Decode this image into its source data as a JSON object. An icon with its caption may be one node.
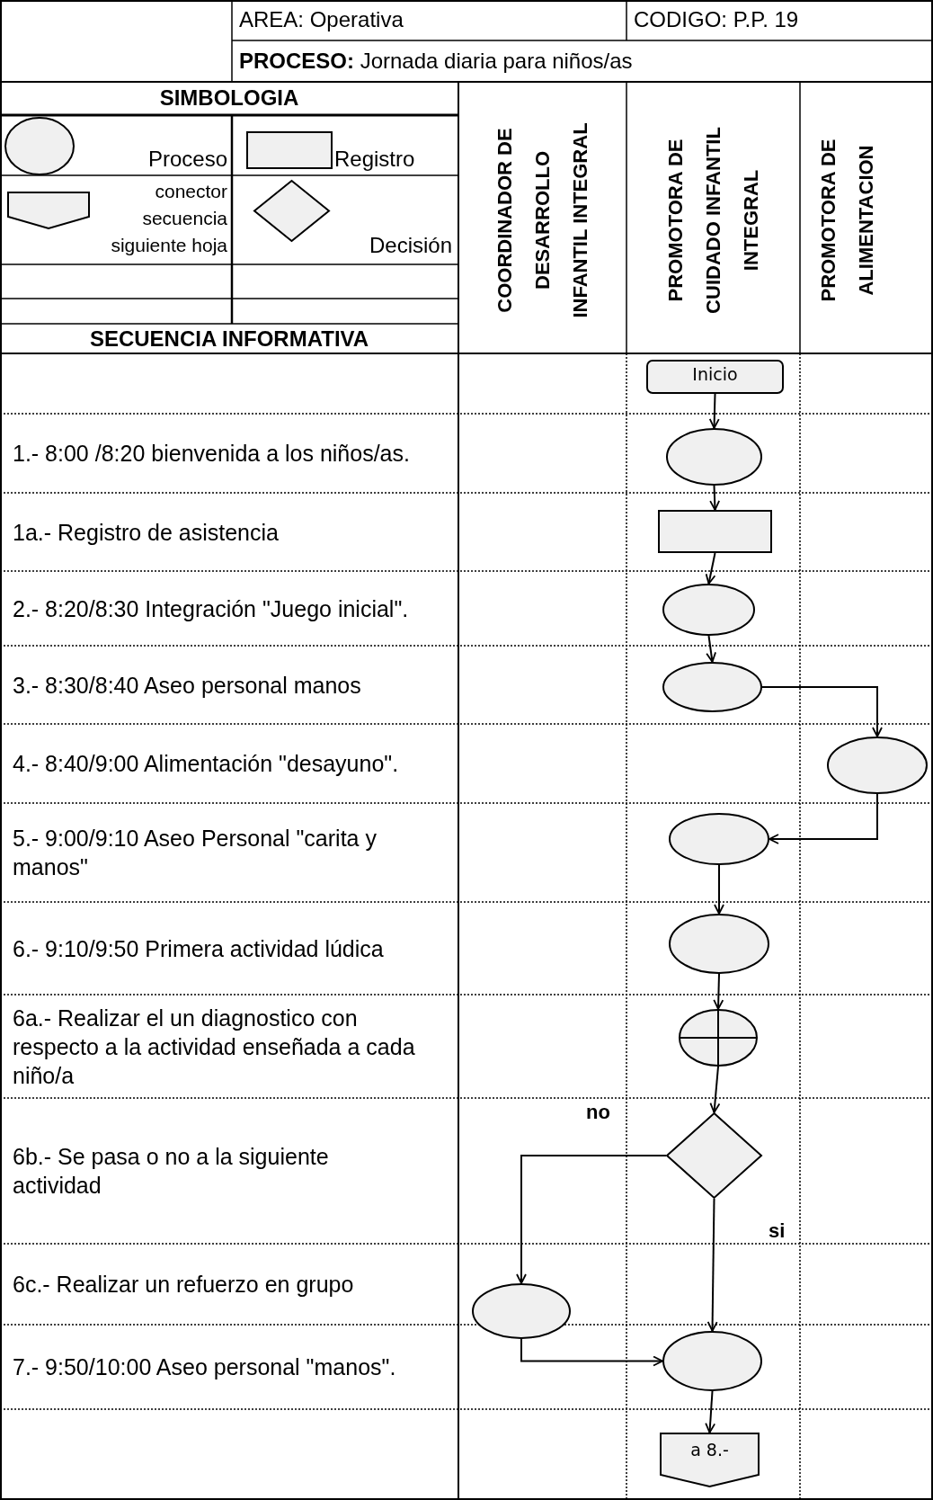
{
  "diagram": {
    "nodes": [
      {
        "text": [
          "Inicio"
        ]
      },
      {
        "text": [],
        "shape": "circle"
      },
      {
        "text": [],
        "shape": "box"
      },
      {
        "text": [],
        "shape": "circle"
      },
      {
        "text": [],
        "shape": "circle"
      },
      {
        "text": [],
        "shape": "circle"
      },
      {
        "text": [],
        "shape": "circle"
      },
      {
        "text": [],
        "shape": "circle"
      },
      {
        "text": [],
        "shape": "circle"
      },
      {
        "text": [],
        "shape": "diamond"
      },
      {
        "text": [],
        "shape": "circle"
      },
      {
        "text": [],
        "shape": "circle"
      },
      {
        "text": [
          "a 8.-"
        ]
      }
    ],
    "edges": [
      {
        "from": 0,
        "to": 1,
        "arrow": "to"
      },
      {
        "from": 1,
        "to": 2,
        "arrow": "to"
      },
      {
        "from": 2,
        "to": 3,
        "arrow": "to"
      },
      {
        "from": 3,
        "to": 4,
        "arrow": "to"
      },
      {
        "from": 4,
        "to": 5,
        "arrow": "to"
      },
      {
        "from": 5,
        "to": 6,
        "arrow": "to"
      },
      {
        "from": 6,
        "to": 7,
        "arrow": "to"
      },
      {
        "from": 7,
        "to": 8,
        "arrow": "to"
      },
      {
        "from": 8,
        "to": 9,
        "arrow": "to"
      },
      {
        "from": 9,
        "to": 10,
        "arrow": "to",
        "label": "no"
      },
      {
        "from": 9,
        "to": 11,
        "arrow": "to",
        "label": "si"
      },
      {
        "from": 10,
        "to": 11,
        "arrow": "to"
      },
      {
        "from": 11,
        "to": 12,
        "arrow": "to"
      }
    ],
    "labels": [
      "AREA: Operativa",
      "CODIGO: P.P. 19",
      "**PROCESO:** Jornada diaria para niños/as",
      "SIMBOLOGIA",
      "SECUENCIA INFORMATIVA",
      "COORDINADOR DE DESARROLLO INFANTIL INTEGRAL",
      "PROMOTORA DE CUIDADO INFANTIL INTEGRAL",
      "PROMOTORA DE ALIMENTACION",
      "1.- 8:00 /8:20 bienvenida a los niños/as.",
      "1a.- Registro de asistencia",
      "2.- 8:20/8:30 Integración \"Juego inicial\".",
      "3.- 8:30/8:40 Aseo personal manos",
      "4.- 8:40/9:00 Alimentación \"desayuno\".",
      "5.- 9:00/9:10 Aseo Personal \"carita y manos\"",
      "6.- 9:10/9:50 Primera actividad lúdica",
      "6a.- Realizar el un diagnostico con respecto a la actividad enseñada a cada niño/a",
      "6b.- Se pasa o no a la siguiente actividad",
      "6c.- Realizar un refuerzo en grupo",
      "7.- 9:50/10:00 Aseo personal \"manos\"."
    ],
    "legend": [
      {
        "text": "Proceso"
      },
      {
        "text": "Registro"
      },
      {
        "text": "conector secuencia siguiente hoja"
      },
      {
        "text": "Decisión"
      }
    ]
  }
}
